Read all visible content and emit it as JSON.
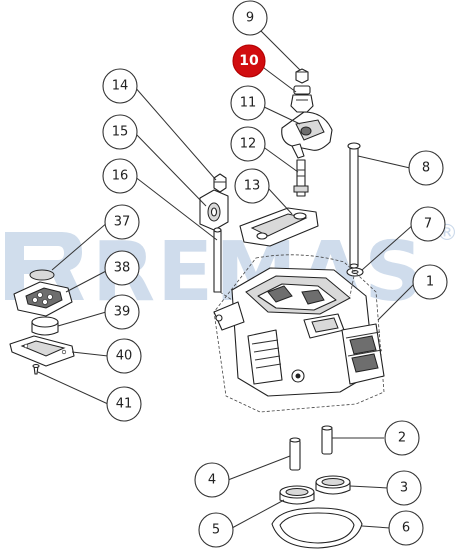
{
  "watermark": {
    "brand": "REMAS",
    "registered_mark": "®"
  },
  "callouts": [
    {
      "id": "c9",
      "label": "9",
      "highlight": false
    },
    {
      "id": "c10",
      "label": "10",
      "highlight": true
    },
    {
      "id": "c11",
      "label": "11",
      "highlight": false
    },
    {
      "id": "c12",
      "label": "12",
      "highlight": false
    },
    {
      "id": "c13",
      "label": "13",
      "highlight": false
    },
    {
      "id": "c14",
      "label": "14",
      "highlight": false
    },
    {
      "id": "c15",
      "label": "15",
      "highlight": false
    },
    {
      "id": "c16",
      "label": "16",
      "highlight": false
    },
    {
      "id": "c37",
      "label": "37",
      "highlight": false
    },
    {
      "id": "c38",
      "label": "38",
      "highlight": false
    },
    {
      "id": "c39",
      "label": "39",
      "highlight": false
    },
    {
      "id": "c40",
      "label": "40",
      "highlight": false
    },
    {
      "id": "c41",
      "label": "41",
      "highlight": false
    },
    {
      "id": "c8",
      "label": "8",
      "highlight": false
    },
    {
      "id": "c7",
      "label": "7",
      "highlight": false
    },
    {
      "id": "c1",
      "label": "1",
      "highlight": false
    },
    {
      "id": "c2",
      "label": "2",
      "highlight": false
    },
    {
      "id": "c3",
      "label": "3",
      "highlight": false
    },
    {
      "id": "c4",
      "label": "4",
      "highlight": false
    },
    {
      "id": "c5",
      "label": "5",
      "highlight": false
    },
    {
      "id": "c6",
      "label": "6",
      "highlight": false
    }
  ],
  "colors": {
    "highlight": "#d10d10",
    "watermark": "#a9c1dd",
    "line": "#222222"
  }
}
